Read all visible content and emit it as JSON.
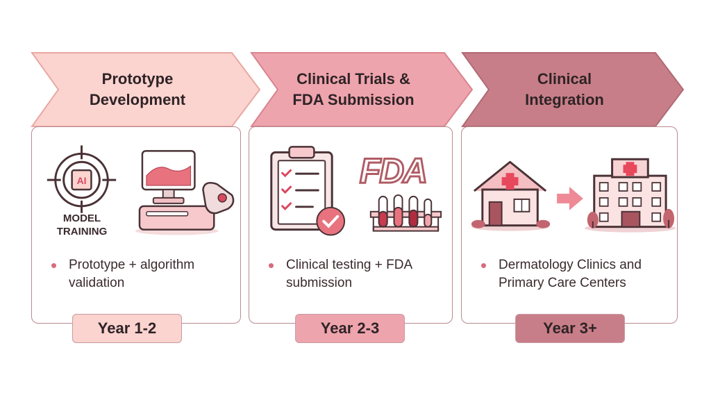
{
  "phases": [
    {
      "title": "Prototype\nDevelopment",
      "bullet": "Prototype + algorithm validation",
      "year": "Year 1-2",
      "colors": {
        "arrow": "#fbd3cf",
        "arrow_stroke": "#e9a8a2",
        "year_bg": "#fbd3cf",
        "dot": "#d96a7c"
      },
      "model_label": "MODEL\nTRAINING",
      "ai_label": "AI"
    },
    {
      "title": "Clinical Trials &\nFDA Submission",
      "bullet": "Clinical testing + FDA submission",
      "year": "Year 2-3",
      "colors": {
        "arrow": "#eea4ad",
        "arrow_stroke": "#d9848f",
        "year_bg": "#eea4ad",
        "dot": "#d96a7c"
      },
      "fda_label": "FDA"
    },
    {
      "title": "Clinical\nIntegration",
      "bullet": "Dermatology Clinics and Primary Care Centers",
      "year": "Year 3+",
      "colors": {
        "arrow": "#c87e88",
        "arrow_stroke": "#b06a74",
        "year_bg": "#c87e88",
        "dot": "#d96a7c"
      }
    }
  ]
}
